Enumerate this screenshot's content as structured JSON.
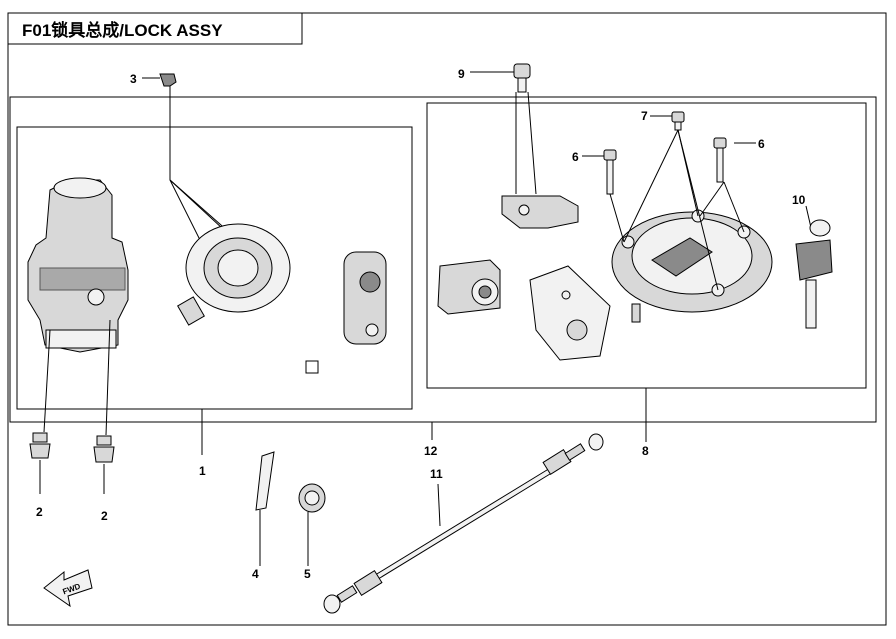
{
  "title": "F01锁具总成/LOCK ASSY",
  "callouts": {
    "c1": "1",
    "c2a": "2",
    "c2b": "2",
    "c3": "3",
    "c4": "4",
    "c5": "5",
    "c6a": "6",
    "c6b": "6",
    "c7": "7",
    "c8": "8",
    "c9": "9",
    "c10": "10",
    "c11": "11",
    "c12": "12"
  },
  "fwd_label": "FWD"
}
